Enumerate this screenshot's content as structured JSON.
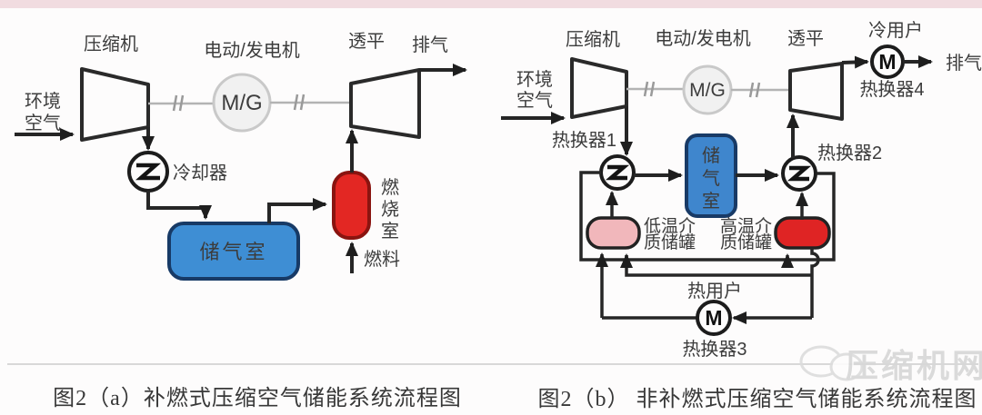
{
  "page": {
    "top_bar_color": "#f1dce0",
    "divider_color": "#d8d8d8",
    "background": "#fdfcfc"
  },
  "colors": {
    "line": "#262626",
    "air_tank_blue": "#3e8ed4",
    "air_tank_blue_border": "#173a66",
    "combustor_red": "#e32723",
    "combustor_red_border": "#8a1410",
    "cold_tank_pink": "#f1b7bb",
    "hot_tank_red": "#df2424",
    "tank_dark_border": "#222222",
    "mg_fill": "#f1f1f1",
    "mg_border": "#c9c9c9"
  },
  "left_diagram": {
    "caption": "图2（a）补燃式压缩空气储能系统流程图",
    "compressor_label": "压缩机",
    "ambient_air_lines": [
      "环境",
      "空气"
    ],
    "motor_generator_label": "电动/发电机",
    "mg_text": "M/G",
    "turbine_label": "透平",
    "exhaust_label": "排气",
    "cooler_label": "冷却器",
    "air_storage_label": "储气室",
    "combustion_chamber_chars": [
      "燃",
      "烧",
      "室"
    ],
    "fuel_label": "燃料"
  },
  "right_diagram": {
    "caption": "图2（b） 非补燃式压缩空气储能系统流程图",
    "compressor_label": "压缩机",
    "ambient_air_lines": [
      "环境",
      "空气"
    ],
    "motor_generator_label": "电动/发电机",
    "mg_text": "M/G",
    "turbine_label": "透平",
    "cold_user_label": "冷用户",
    "hx4_label": "热换器4",
    "exhaust_label": "排气",
    "hx1_label": "热换器1",
    "hx2_label": "热换器2",
    "hx3_label": "热换器3",
    "heat_user_label": "热用户",
    "hx_m_text": "M",
    "air_storage_chars": [
      "储",
      "气",
      "室"
    ],
    "cold_tank_lines": [
      "低温介",
      "质储罐"
    ],
    "hot_tank_lines": [
      "高温介",
      "质储罐"
    ]
  },
  "watermark": {
    "text": "压缩机网"
  }
}
